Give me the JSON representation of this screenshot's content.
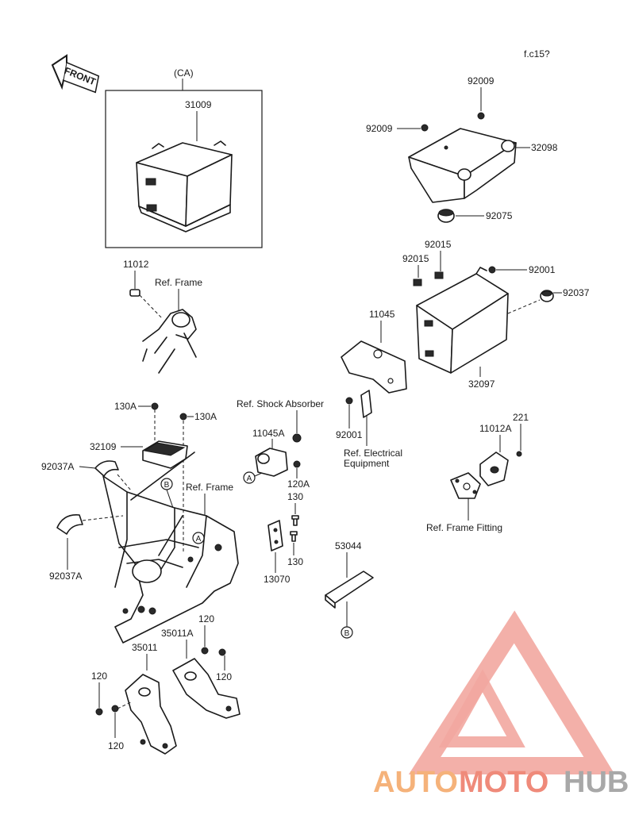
{
  "corner_code": "f.c15?",
  "front_arrow": "FRONT",
  "labels": {
    "ca": "(CA)",
    "p31009": "31009",
    "p92009a": "92009",
    "p92009b": "92009",
    "p32098": "32098",
    "p92075": "92075",
    "p92015a": "92015",
    "p92015b": "92015",
    "p92001a": "92001",
    "p92037": "92037",
    "p11045": "11045",
    "p32097": "32097",
    "p11012": "11012",
    "ref_frame_1": "Ref. Frame",
    "p130a_1": "130A",
    "p130a_2": "130A",
    "ref_shock": "Ref. Shock Absorber",
    "p92001b": "92001",
    "p11045a": "11045A",
    "ref_elec_1": "Ref. Electrical",
    "ref_elec_2": "Equipment",
    "p221": "221",
    "p11012a": "11012A",
    "p32109": "32109",
    "p92037a_1": "92037A",
    "p120a": "120A",
    "ref_frame_2": "Ref. Frame",
    "p130_1": "130",
    "ref_frame_fitting": "Ref. Frame Fitting",
    "p130_2": "130",
    "p13070": "13070",
    "p53044": "53044",
    "p92037a_2": "92037A",
    "p120_1": "120",
    "p35011a": "35011A",
    "p35011": "35011",
    "p120_2": "120",
    "p120_3": "120",
    "p120_4": "120"
  },
  "markers": {
    "a": "A",
    "b": "B"
  },
  "watermark": {
    "part1": "AUTO",
    "part2": "MOTO",
    "part3": "HUB",
    "color1": "#f5b27a",
    "color2": "#ef8a7a",
    "color3": "#a8a8a8"
  }
}
